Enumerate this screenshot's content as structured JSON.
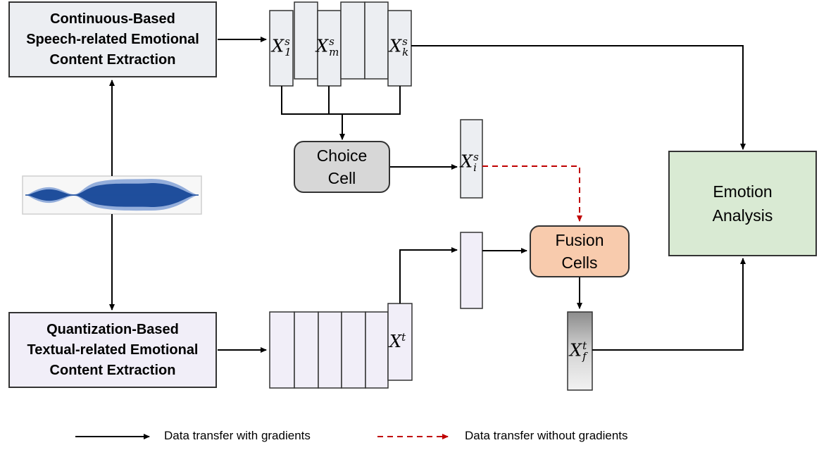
{
  "boxes": {
    "speech_extraction": [
      "Continuous-Based",
      "Speech-related Emotional",
      "Content Extraction"
    ],
    "text_extraction": [
      "Quantization-Based",
      "Textual-related Emotional",
      "Content Extraction"
    ],
    "choice_cell": [
      "Choice",
      "Cell"
    ],
    "fusion_cells": [
      "Fusion",
      "Cells"
    ],
    "emotion_analysis": [
      "Emotion",
      "Analysis"
    ]
  },
  "symbols": {
    "x1s": {
      "base": "X",
      "sup": "s",
      "sub": "1"
    },
    "xms": {
      "base": "X",
      "sup": "s",
      "sub": "m"
    },
    "xks": {
      "base": "X",
      "sup": "s",
      "sub": "k"
    },
    "xis": {
      "base": "X",
      "sup": "s",
      "sub": "i"
    },
    "xt": {
      "base": "X",
      "sup": "t"
    },
    "xft": {
      "base": "X",
      "sup": "t",
      "sub": "f"
    }
  },
  "legend": {
    "solid_label": "Data transfer with gradients",
    "dashed_label": "Data transfer without gradients"
  },
  "colors": {
    "grey_box": "#eceef2",
    "choice_fill": "#d7d7d7",
    "fusion_fill": "#f8cbad",
    "emotion_fill": "#d9ead3",
    "lavender": "#f1eef8",
    "dashed": "#c00000",
    "waveform": "#1f4e9c"
  }
}
